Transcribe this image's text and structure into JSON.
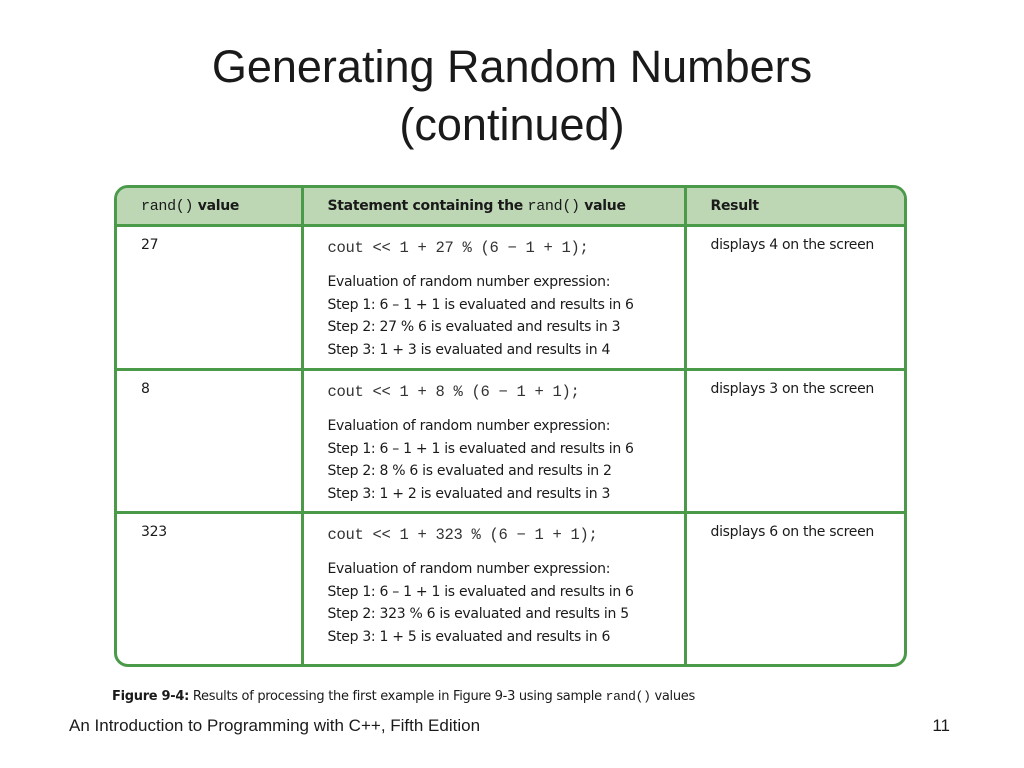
{
  "slide": {
    "title_line1": "Generating Random Numbers",
    "title_line2": "(continued)"
  },
  "table": {
    "headers": {
      "col1_code": "rand()",
      "col1_text": " value",
      "col2_text": "Statement containing the ",
      "col2_code": "rand()",
      "col2_suffix": " value",
      "col3_text": "Result"
    },
    "rows": [
      {
        "value": "27",
        "statement": "cout << 1 + 27 % (6 − 1 + 1);",
        "eval_title": "Evaluation of random number expression:",
        "steps": [
          "Step 1:  6 – 1 + 1 is evaluated and results in 6",
          "Step 2:  27 % 6 is evaluated and results in 3",
          "Step 3:  1 + 3 is evaluated and results in 4"
        ],
        "result": "displays 4 on the screen"
      },
      {
        "value": "8",
        "statement": "cout << 1 + 8 % (6 − 1 + 1);",
        "eval_title": "Evaluation of random number expression:",
        "steps": [
          "Step 1:  6 – 1 + 1 is evaluated and results in 6",
          "Step 2:  8 % 6 is evaluated and results in 2",
          "Step 3:  1 + 2 is evaluated and results in 3"
        ],
        "result": "displays 3 on the screen"
      },
      {
        "value": "323",
        "statement": "cout << 1 + 323 % (6 − 1 + 1);",
        "eval_title": "Evaluation of random number expression:",
        "steps": [
          "Step 1:  6 – 1 + 1 is evaluated and results in 6",
          "Step 2:  323 % 6 is evaluated and results in 5",
          "Step 3:  1 + 5 is evaluated and results in 6"
        ],
        "result": "displays 6 on the screen"
      }
    ]
  },
  "caption": {
    "figure_label": "Figure 9-4:",
    "text": " Results of processing the first example in Figure 9-3 using sample ",
    "code": "rand()",
    "suffix": " values"
  },
  "footer": {
    "book": "An Introduction to Programming with C++, Fifth Edition",
    "page_number": "11"
  },
  "colors": {
    "border_green": "#4a9a4a",
    "header_fill": "#bdd7b4"
  }
}
